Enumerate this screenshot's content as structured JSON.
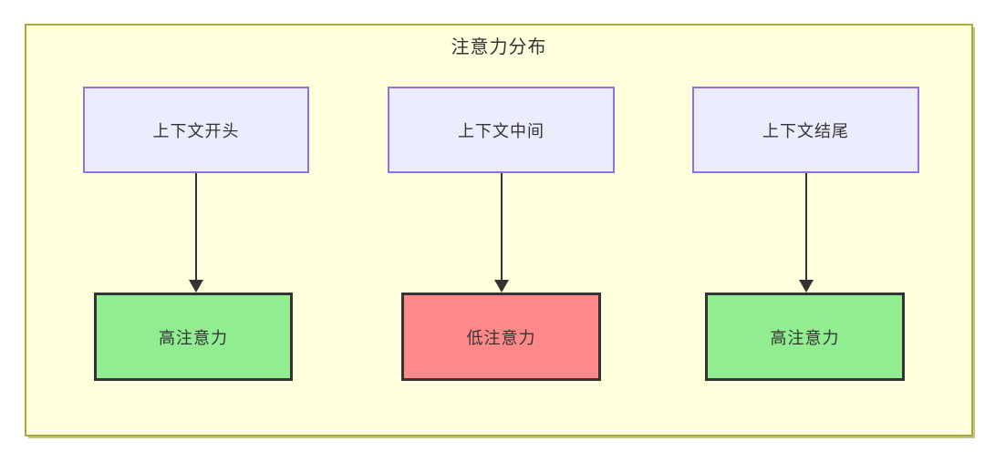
{
  "diagram": {
    "title": "注意力分布",
    "columns": [
      {
        "source": "上下文开头",
        "target": "高注意力",
        "level": "high"
      },
      {
        "source": "上下文中间",
        "target": "低注意力",
        "level": "low"
      },
      {
        "source": "上下文结尾",
        "target": "高注意力",
        "level": "high"
      }
    ],
    "colors": {
      "frame_background": "#ffffde",
      "frame_border": "#aaaa33",
      "source_fill": "#ececff",
      "source_border": "#9370db",
      "high_attention_fill": "#90ee90",
      "low_attention_fill": "#ff8888",
      "target_border": "#333333",
      "arrow": "#333333",
      "text": "#333333"
    }
  }
}
